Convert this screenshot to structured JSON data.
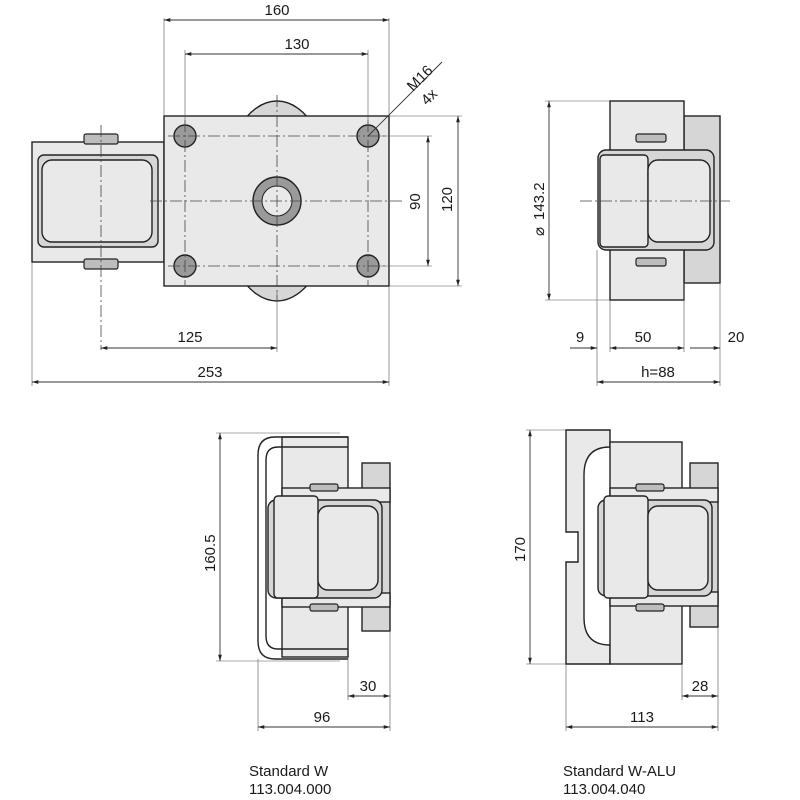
{
  "dimensions": {
    "top_width_160": "160",
    "top_hole_spacing_130": "130",
    "thread_size": "M16",
    "hole_count": "4x",
    "plate_depth_120": "120",
    "hole_spacing_90": "90",
    "offset_125": "125",
    "overall_length_253": "253",
    "wheel_diameter": "143.2",
    "diameter_symbol": "⌀",
    "side_offset_9": "9",
    "wheel_width_50": "50",
    "bracket_20": "20",
    "height_h": "h=88",
    "w_height": "160.5",
    "w_offset_30": "30",
    "w_width_96": "96",
    "alu_height": "170",
    "alu_offset_28": "28",
    "alu_width_113": "113"
  },
  "labels": {
    "standard_w_name": "Standard W",
    "standard_w_number": "113.004.000",
    "standard_w_alu_name": "Standard W-ALU",
    "standard_w_alu_number": "113.004.040"
  }
}
